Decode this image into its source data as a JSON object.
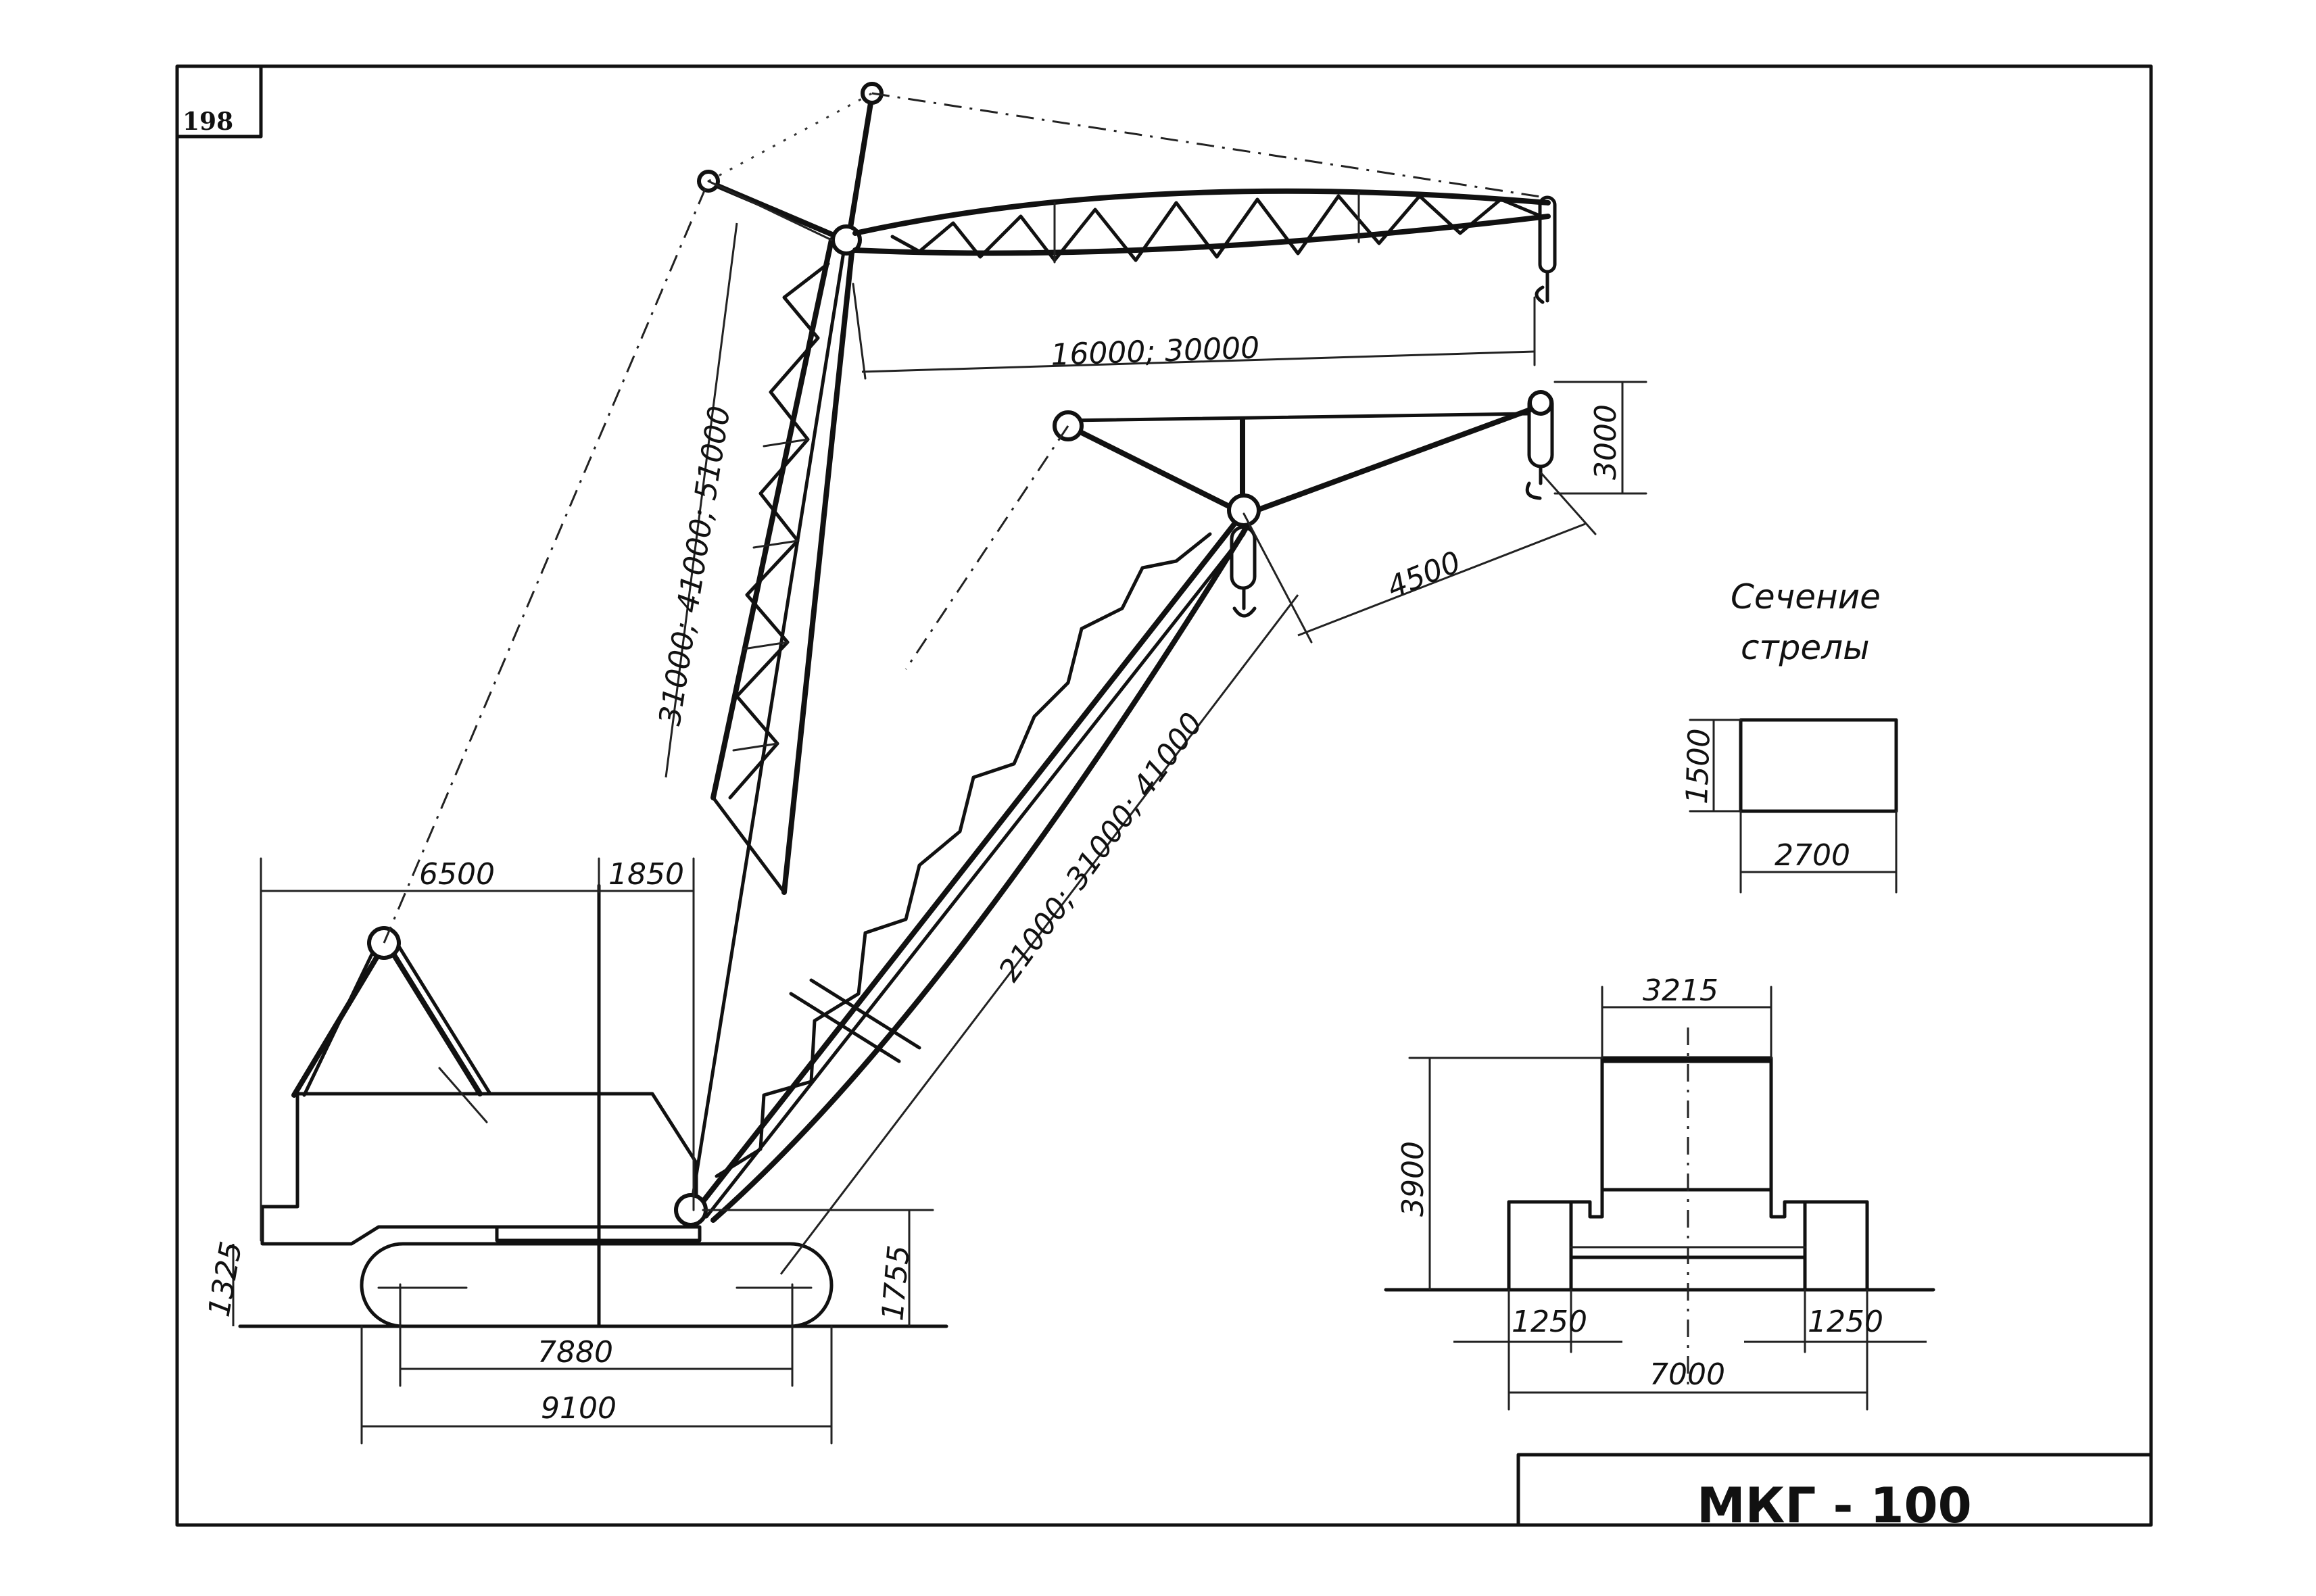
{
  "page_number": "198",
  "title": "МКГ - 100",
  "section": {
    "label_line1": "Сечение",
    "label_line2": "стрелы",
    "width": "2700",
    "height": "1500"
  },
  "dimensions": {
    "tower_height": "31000; 41000; 51000",
    "jib_length": "16000; 30000",
    "jib_hook_height": "3000",
    "boom_tip_offset": "4500",
    "boom_length": "21000; 31000; 41000",
    "rear_to_pivot": "6500",
    "pivot_to_boom_foot": "1850",
    "tail_height": "1325",
    "boom_foot_height": "1755",
    "track_base": "7880",
    "track_length": "9100",
    "front_height": "3900",
    "front_width_top": "3215",
    "track_width_left": "1250",
    "track_width_right": "1250",
    "gauge_total": "7000"
  }
}
